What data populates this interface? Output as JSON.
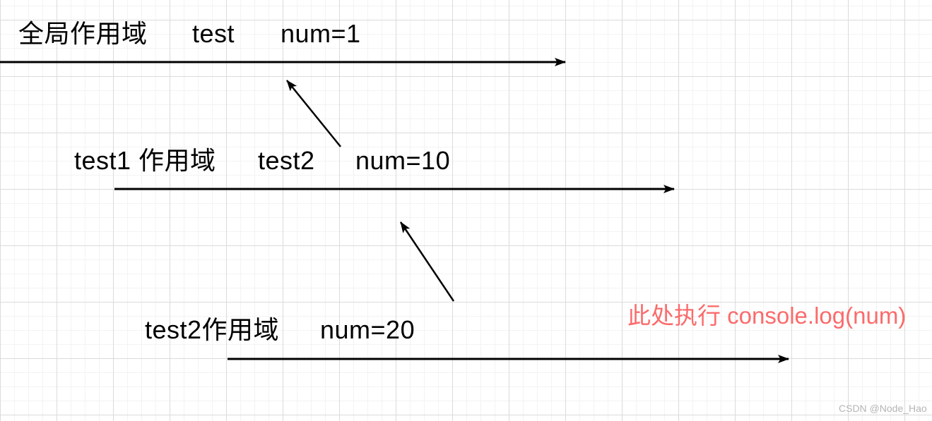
{
  "diagram": {
    "title_hint": "JavaScript scope chain lookup diagram",
    "scopes": {
      "global": {
        "name": "全局作用域",
        "function": "test",
        "variable": "num=1"
      },
      "test1": {
        "name": "test1 作用域",
        "function": "test2",
        "variable": "num=10"
      },
      "test2": {
        "name": "test2作用域",
        "variable": "num=20"
      }
    },
    "annotation": {
      "text": "此处执行 console.log(num)",
      "color": "#fb6b6b"
    },
    "watermark": "CSDN @Node_Hao",
    "colors": {
      "arrow": "#000000",
      "text": "#000000",
      "grid_minor": "#f3f3f3",
      "grid_major": "#dbdbdb",
      "watermark": "#b5b5b5",
      "background": "#ffffff"
    }
  }
}
